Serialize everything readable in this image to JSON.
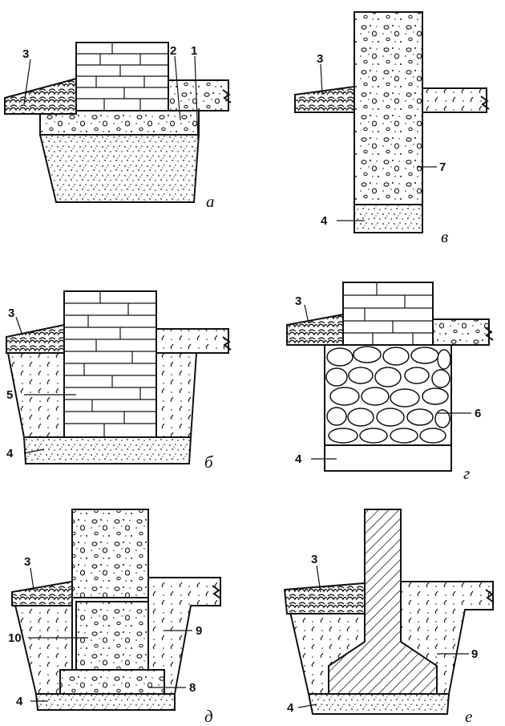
{
  "figure": {
    "panels": [
      {
        "id": "a",
        "caption": "а",
        "labels": [
          "3",
          "2",
          "1"
        ]
      },
      {
        "id": "v",
        "caption": "в",
        "labels": [
          "3",
          "7",
          "4"
        ]
      },
      {
        "id": "b",
        "caption": "б",
        "labels": [
          "3",
          "5",
          "4"
        ]
      },
      {
        "id": "g",
        "caption": "г",
        "labels": [
          "3",
          "6",
          "4"
        ]
      },
      {
        "id": "d",
        "caption": "д",
        "labels": [
          "3",
          "10",
          "9",
          "8",
          "4"
        ]
      },
      {
        "id": "e",
        "caption": "е",
        "labels": [
          "3",
          "9",
          "4"
        ]
      }
    ]
  }
}
